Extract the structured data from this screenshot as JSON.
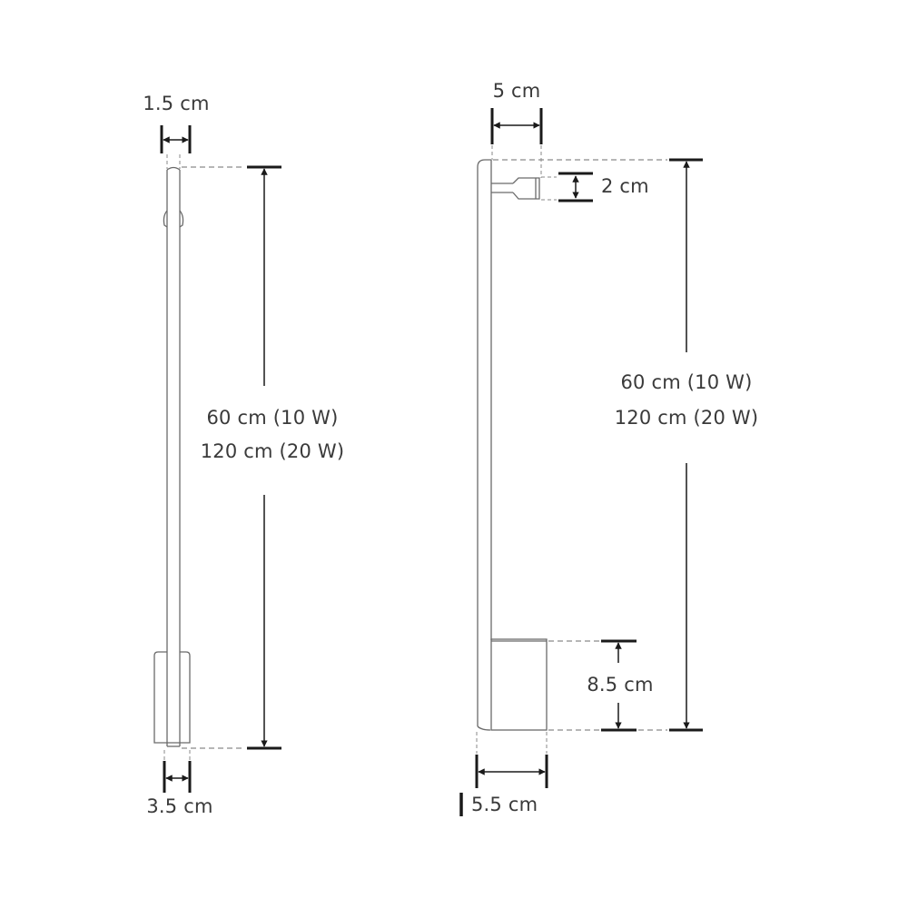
{
  "diagram": {
    "type": "technical-dimension-drawing",
    "views": [
      {
        "name": "front-view",
        "labels": {
          "top_width": "1.5 cm",
          "height_line1": "60 cm (10 W)",
          "height_line2": "120 cm (20 W)",
          "base_width": "3.5 cm"
        }
      },
      {
        "name": "side-view",
        "labels": {
          "top_depth": "5 cm",
          "mount_height": "2 cm",
          "height_line1": "60 cm (10 W)",
          "height_line2": "120 cm (20 W)",
          "base_height": "8.5 cm",
          "base_depth": "5.5 cm"
        }
      }
    ],
    "colors": {
      "line": "#1a1a1a",
      "outline": "#6a6a6a",
      "dashed": "#8a8a8a",
      "text": "#3a3a3a"
    }
  }
}
